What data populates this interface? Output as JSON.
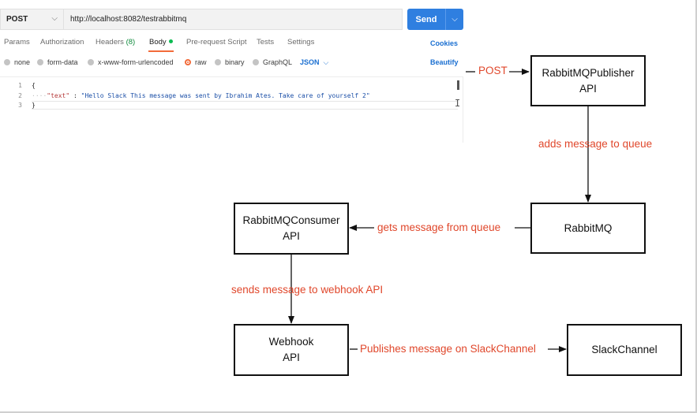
{
  "request": {
    "method": "POST",
    "url": "http://localhost:8082/testrabbitmq",
    "send_label": "Send"
  },
  "tabs": [
    {
      "label": "Params"
    },
    {
      "label": "Authorization"
    },
    {
      "label": "Headers",
      "count": "(8)"
    },
    {
      "label": "Body"
    },
    {
      "label": "Pre-request Script"
    },
    {
      "label": "Tests"
    },
    {
      "label": "Settings"
    }
  ],
  "cookies_label": "Cookies",
  "body_types": [
    {
      "label": "none"
    },
    {
      "label": "form-data"
    },
    {
      "label": "x-www-form-urlencoded"
    },
    {
      "label": "raw"
    },
    {
      "label": "binary"
    },
    {
      "label": "GraphQL"
    }
  ],
  "selected_body_type": "raw",
  "raw_format": "JSON",
  "beautify_label": "Beautify",
  "editor": {
    "lines": [
      {
        "number": "1",
        "text": "{"
      },
      {
        "number": "2",
        "indent": "····",
        "key": "\"text\"",
        "sep": " : ",
        "value": "\"Hello Slack This message was sent by Ibrahim Ates. Take care of yourself 2\""
      },
      {
        "number": "3",
        "text": "}"
      }
    ]
  },
  "diagram": {
    "nodes": {
      "publisher": {
        "line1": "RabbitMQPublisher",
        "line2": "API"
      },
      "rabbitmq": {
        "line1": "RabbitMQ"
      },
      "consumer": {
        "line1": "RabbitMQConsumer",
        "line2": "API"
      },
      "webhook": {
        "line1": "Webhook",
        "line2": "API"
      },
      "slack": {
        "line1": "SlackChannel"
      }
    },
    "edges": {
      "post": "POST",
      "to_queue": "adds message to queue",
      "from_queue": "gets message from queue",
      "to_webhook": "sends message to webhook API",
      "to_slack": "Publishes message on SlackChannel"
    },
    "line_color": "#111111",
    "label_color": "#e0472b"
  },
  "colors": {
    "send_button": "#2f7fe0",
    "link": "#1a6fd1",
    "active_tab_underline": "#f26b3a",
    "body_dot": "#0cbb52",
    "headers_count": "#0f8a3c"
  }
}
